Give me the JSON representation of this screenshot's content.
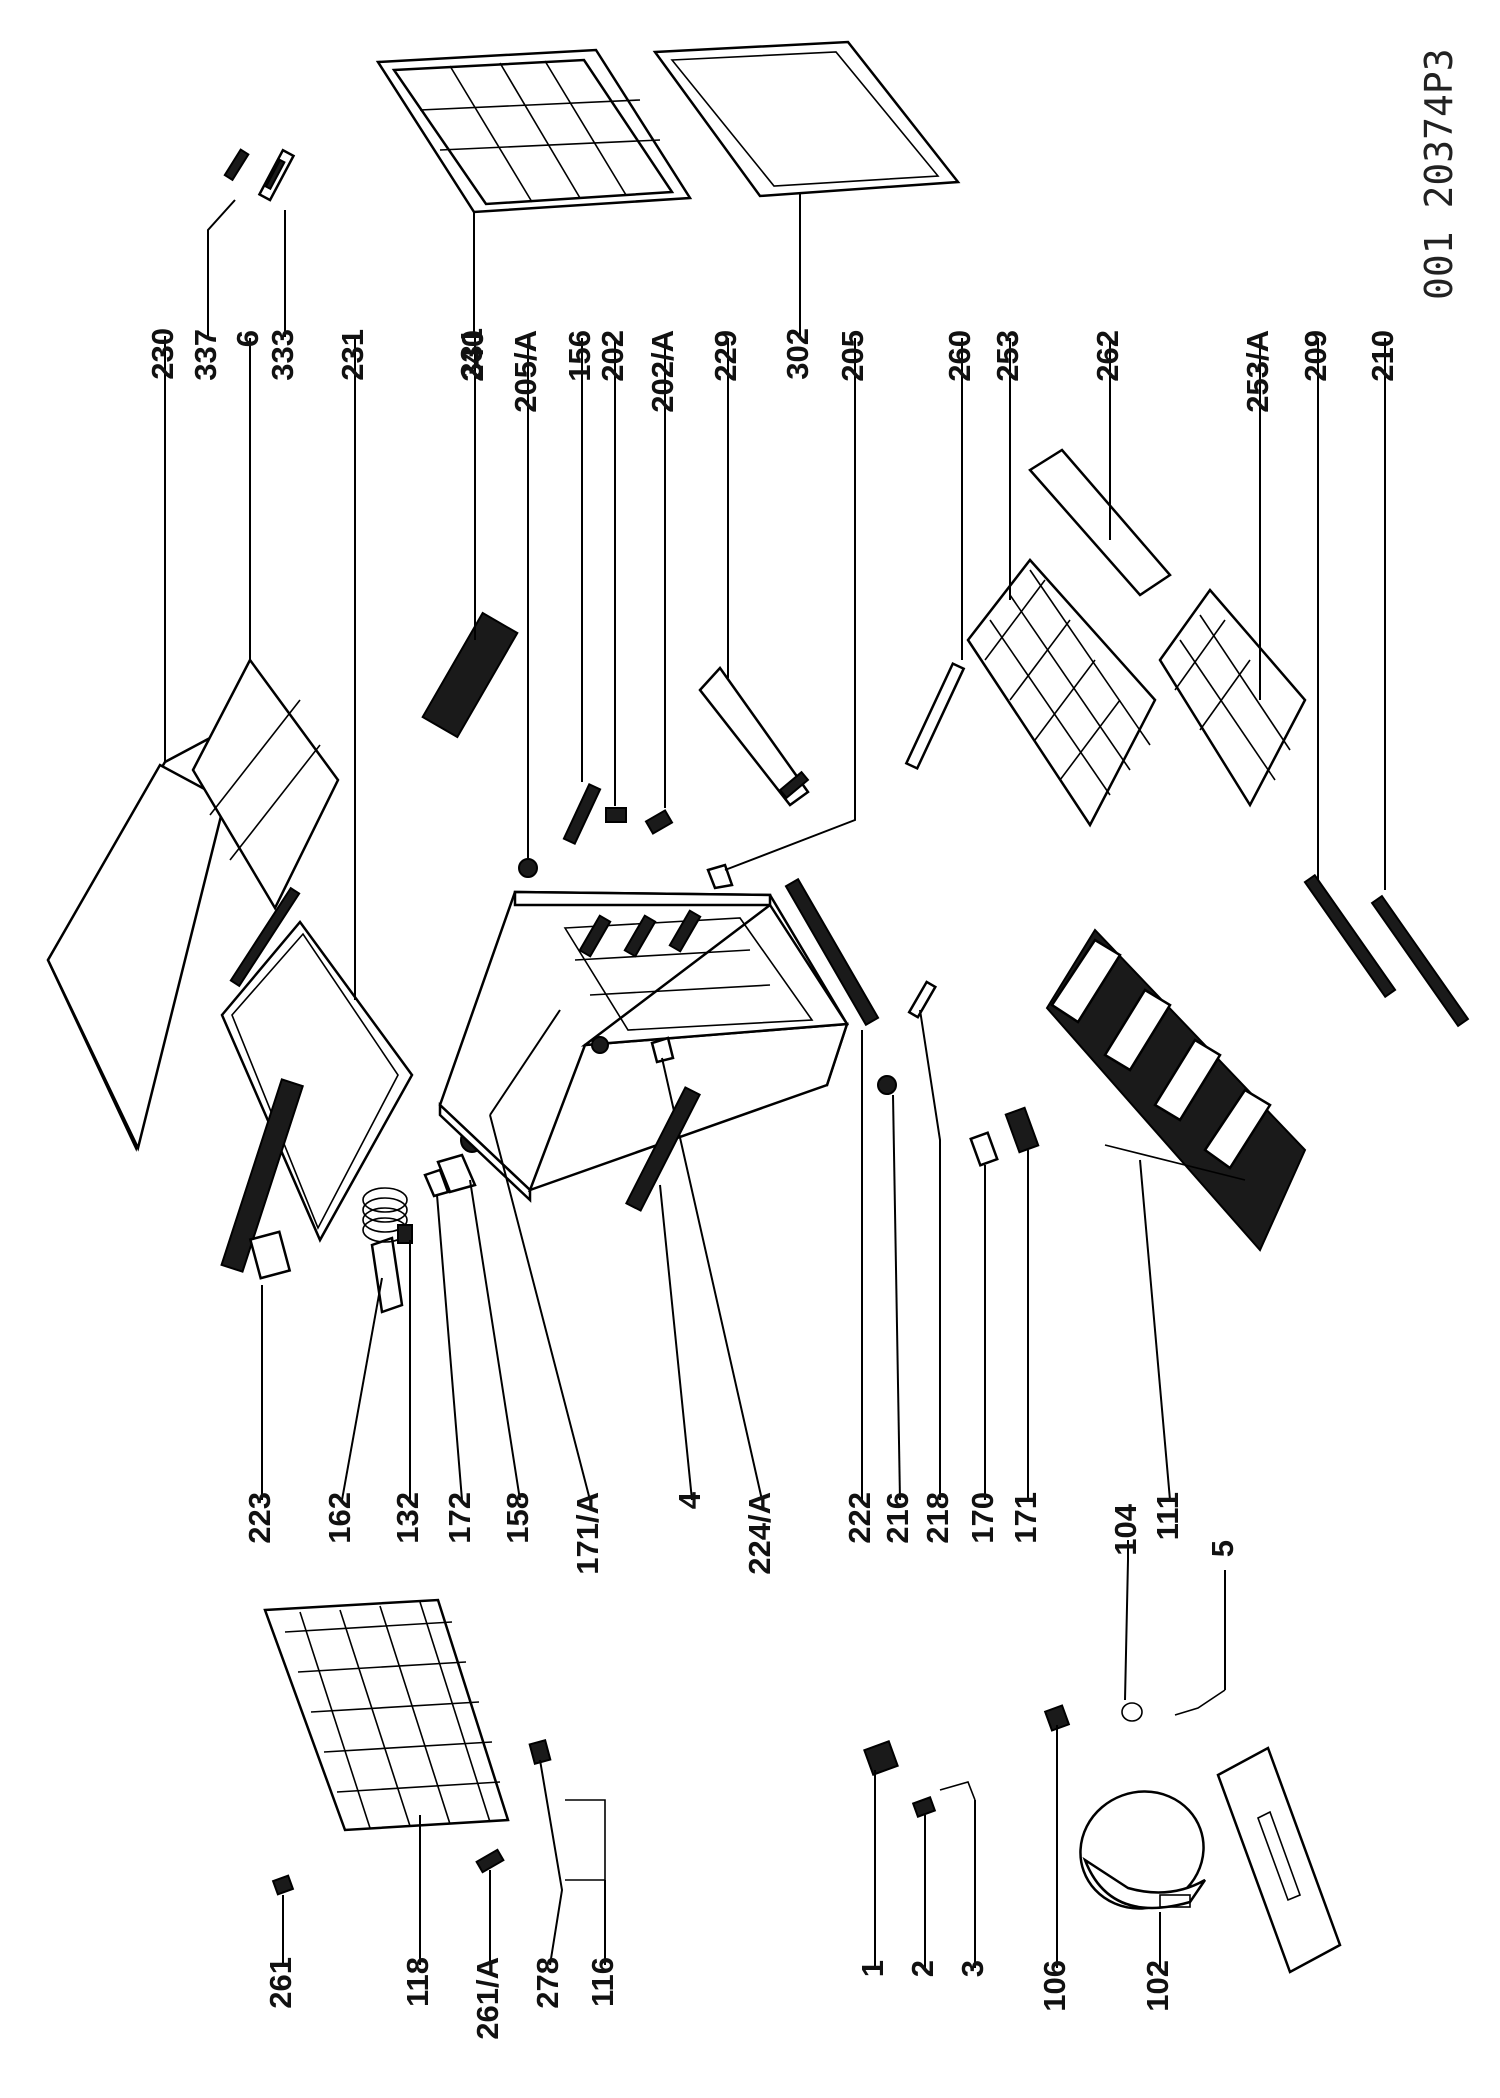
{
  "document_code": "001 20374P3",
  "labels": {
    "n230": "230",
    "n337": "337",
    "n6": "6",
    "n333": "333",
    "n231": "231",
    "n240": "240",
    "n331": "331",
    "n205a": "205/A",
    "n156": "156",
    "n202": "202",
    "n202a": "202/A",
    "n229": "229",
    "n302": "302",
    "n205": "205",
    "n260": "260",
    "n253": "253",
    "n262": "262",
    "n253a": "253/A",
    "n209": "209",
    "n210": "210",
    "n223": "223",
    "n162": "162",
    "n132": "132",
    "n172": "172",
    "n158": "158",
    "n171a": "171/A",
    "n4": "4",
    "n224a": "224/A",
    "n222": "222",
    "n216": "216",
    "n218": "218",
    "n170": "170",
    "n171": "171",
    "n104": "104",
    "n111": "111",
    "n5": "5",
    "n261": "261",
    "n118": "118",
    "n261a": "261/A",
    "n278": "278",
    "n116": "116",
    "n1": "1",
    "n2": "2",
    "n3": "3",
    "n106": "106",
    "n102": "102"
  }
}
